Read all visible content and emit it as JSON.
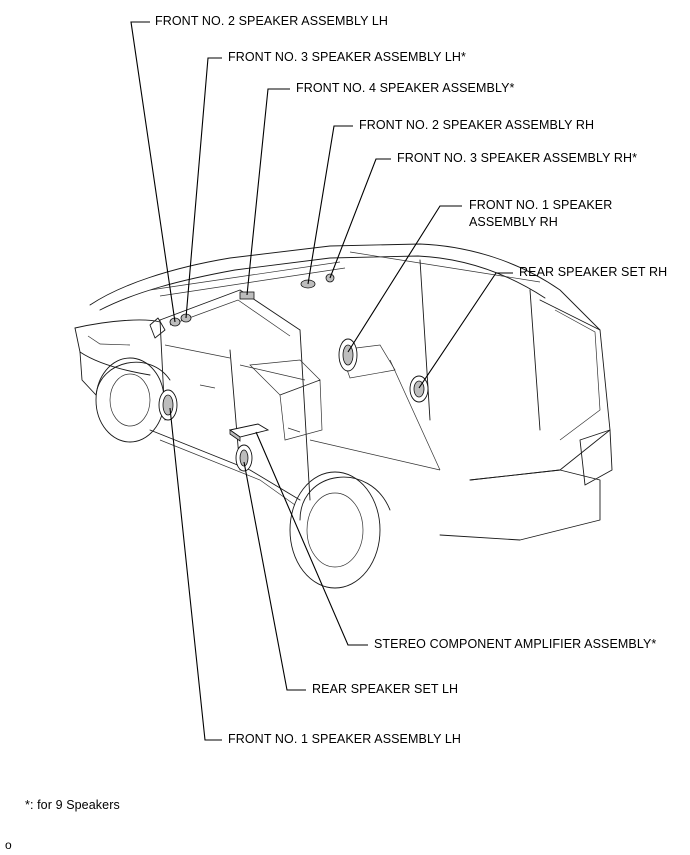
{
  "callouts": {
    "front_no2_lh": "FRONT NO. 2 SPEAKER ASSEMBLY LH",
    "front_no3_lh": "FRONT NO. 3 SPEAKER ASSEMBLY LH*",
    "front_no4": "FRONT NO. 4 SPEAKER ASSEMBLY*",
    "front_no2_rh": "FRONT NO. 2 SPEAKER ASSEMBLY RH",
    "front_no3_rh": "FRONT NO. 3 SPEAKER ASSEMBLY RH*",
    "front_no1_rh_line1": "FRONT NO. 1 SPEAKER",
    "front_no1_rh_line2": "ASSEMBLY RH",
    "rear_set_rh": "REAR SPEAKER SET RH",
    "amplifier": "STEREO COMPONENT AMPLIFIER ASSEMBLY*",
    "rear_set_lh": "REAR SPEAKER SET LH",
    "front_no1_lh": "FRONT NO. 1 SPEAKER ASSEMBLY LH"
  },
  "footnote": "*: for 9 Speakers",
  "corner_mark": "o"
}
